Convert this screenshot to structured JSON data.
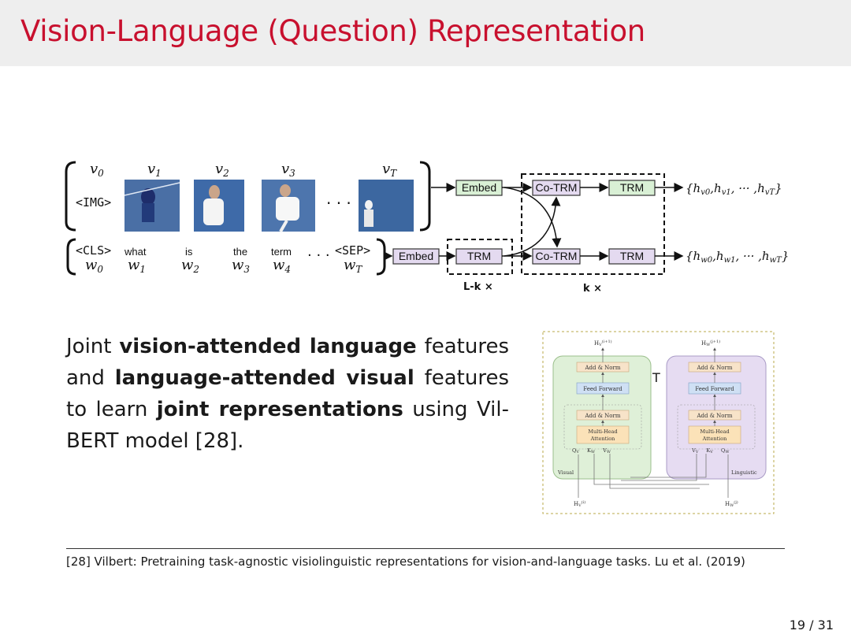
{
  "slide": {
    "title": "Vision-Language (Question) Representation",
    "page": "19 / 31"
  },
  "diagram": {
    "img_token": "<IMG>",
    "cls_token": "<CLS>",
    "sep_token": "<SEP>",
    "visual_vars": [
      "v",
      "v",
      "v",
      "v",
      "v"
    ],
    "visual_subs": [
      "0",
      "1",
      "2",
      "3",
      "T"
    ],
    "words": [
      "what",
      "is",
      "the",
      "term"
    ],
    "word_vars": [
      "w",
      "w",
      "w",
      "w",
      "w",
      "w"
    ],
    "word_subs": [
      "0",
      "1",
      "2",
      "3",
      "4",
      "T"
    ],
    "ellipsis": "· · ·",
    "embed_label": "Embed",
    "cotrm_label": "Co-TRM",
    "trm_label": "TRM",
    "l_minus_k": "L-k ×",
    "k_times": "k ×",
    "out_visual": "h",
    "out_visual_subs": [
      "v0",
      "v1",
      "vT"
    ],
    "out_lang": "h",
    "out_lang_subs": [
      "w0",
      "w1",
      "wT"
    ],
    "out_sep": ", ··· ,"
  },
  "text": {
    "p1": "Joint ",
    "b1": "vision-attended language",
    "p2": " features and ",
    "b2": "language-attended visual",
    "p3": " features to learn ",
    "b3": "joint representations",
    "p4": " using Vil-BERT model [28]."
  },
  "coattn": {
    "add_norm": "Add & Norm",
    "feed_forward": "Feed Forward",
    "mha1": "Multi-Head",
    "mha2": "Attention",
    "visual_label": "Visual",
    "language_label": "Linguistic",
    "hv_top": "H",
    "hw_top": "H",
    "hv_bottom": "H",
    "hw_bottom": "H",
    "qv": "Q",
    "kw": "K",
    "vw": "V",
    "vv": "V",
    "kv": "K",
    "qw": "Q"
  },
  "footnote": {
    "text": "[28] Vilbert: Pretraining task-agnostic visiolinguistic representations for vision-and-language tasks. Lu et al. (2019)"
  }
}
